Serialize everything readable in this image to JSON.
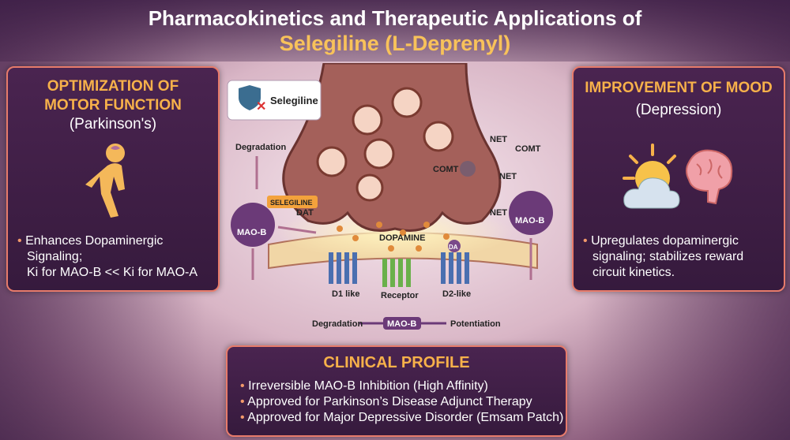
{
  "title": {
    "line1": "Pharmacokinetics and Therapeutic Applications of",
    "line2": "Selegiline (L-Deprenyl)"
  },
  "left_panel": {
    "heading_line1": "OPTIMIZATION OF",
    "heading_line2": "MOTOR FUNCTION",
    "subheading": "(Parkinson's)",
    "icon": "walking-person-icon",
    "bullet_line1": "Enhances Dopaminergic",
    "bullet_line2": "Signaling;",
    "bullet_line3": "Ki for MAO-B << Ki for MAO-A"
  },
  "right_panel": {
    "heading": "IMPROVEMENT OF MOOD",
    "subheading": "(Depression)",
    "icon": "sun-cloud-brain-icon",
    "bullet_line1": "Upregulates dopaminergic",
    "bullet_line2": "signaling; stabilizes reward",
    "bullet_line3": "circuit kinetics."
  },
  "diagram": {
    "drug_label": "Selegiline",
    "degradation_top": "Degradation",
    "mao_b_left": "MAO-B",
    "selegiline_tag": "SELEGILINE",
    "dat": "DAT",
    "dopamine": "DOPAMINE",
    "net_top": "NET",
    "comt_top": "COMT",
    "comt": "COMT",
    "net_mid": "NET",
    "net_low": "NET",
    "mao_b_right": "MAO-B",
    "da_tag": "DA",
    "d1_like": "D1 like",
    "receptor": "Receptor",
    "d2_like": "D2-like",
    "degradation_bottom": "Degradation",
    "mao_b_bottom": "MAO-B",
    "potentiation": "Potentiation"
  },
  "clinical_profile": {
    "heading": "CLINICAL PROFILE",
    "items": [
      "Irreversible MAO-B Inhibition (High Affinity)",
      "Approved for Parkinson’s Disease Adjunct Therapy",
      "Approved for Major Depressive Disorder (Emsam Patch)"
    ]
  },
  "colors": {
    "accent_orange": "#f7b14a",
    "panel_border": "#e77b6b",
    "panel_bg": "#3d1d44",
    "mao_purple": "#6b3a78"
  }
}
